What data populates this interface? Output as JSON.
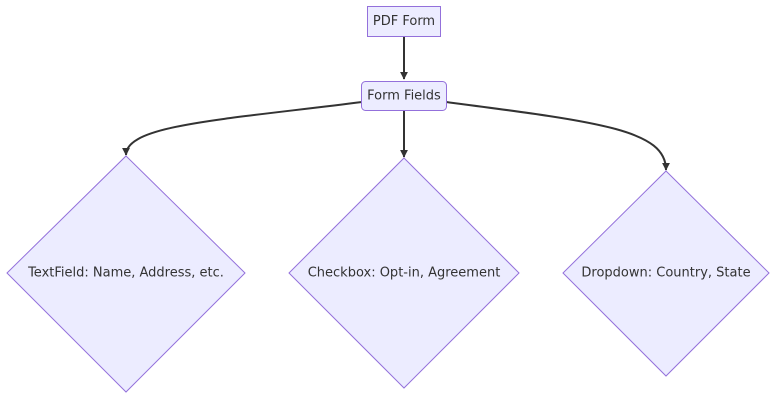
{
  "diagram": {
    "type": "flowchart",
    "direction": "top-down",
    "nodes": [
      {
        "id": "pdf_form",
        "label": "PDF Form",
        "shape": "rectangle"
      },
      {
        "id": "form_fields",
        "label": "Form Fields",
        "shape": "rounded-rectangle"
      },
      {
        "id": "textfield",
        "label": "TextField: Name, Address, etc.",
        "shape": "diamond"
      },
      {
        "id": "checkbox",
        "label": "Checkbox: Opt-in, Agreement",
        "shape": "diamond"
      },
      {
        "id": "dropdown",
        "label": "Dropdown: Country, State",
        "shape": "diamond"
      }
    ],
    "edges": [
      {
        "from": "pdf_form",
        "to": "form_fields"
      },
      {
        "from": "form_fields",
        "to": "textfield"
      },
      {
        "from": "form_fields",
        "to": "checkbox"
      },
      {
        "from": "form_fields",
        "to": "dropdown"
      }
    ],
    "colors": {
      "node_fill": "#ececff",
      "node_stroke": "#9370db",
      "edge": "#333333",
      "text": "#333333"
    }
  }
}
